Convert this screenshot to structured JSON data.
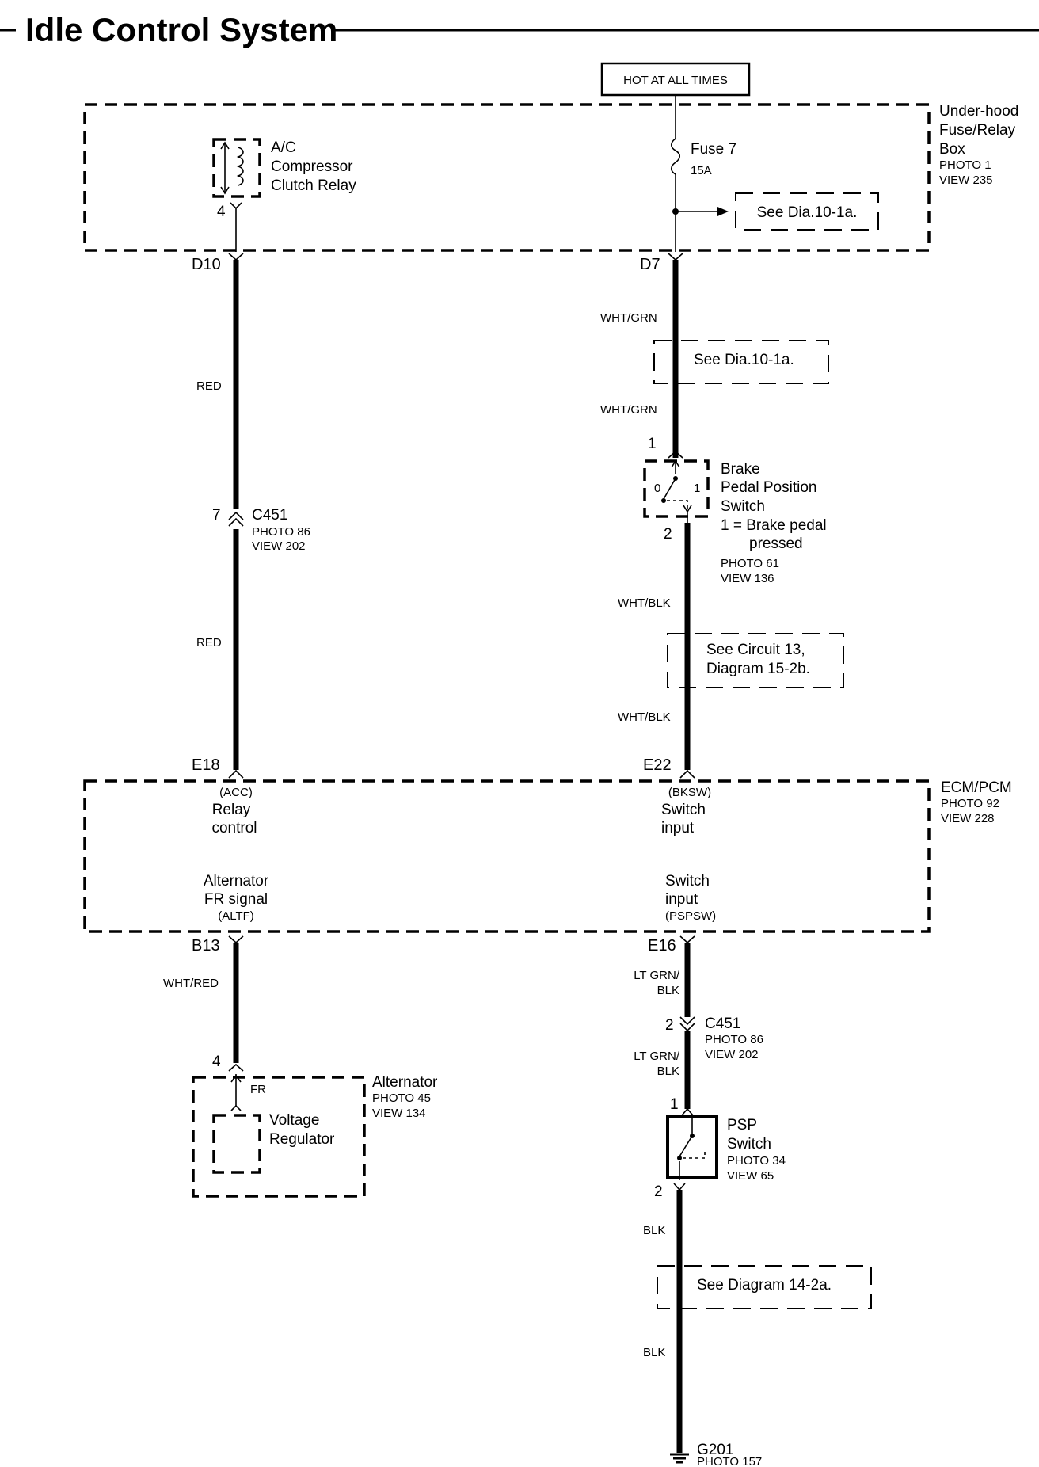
{
  "title": "Idle Control System",
  "power": {
    "label": "HOT AT ALL TIMES"
  },
  "fuse_box": {
    "name_lines": [
      "Under-hood",
      "Fuse/Relay",
      "Box"
    ],
    "photo": "PHOTO 1",
    "view": "VIEW 235",
    "fuse": {
      "name": "Fuse 7",
      "rating": "15A"
    },
    "relay_lines": [
      "A/C",
      "Compressor",
      "Clutch Relay"
    ],
    "relay_pin": "4",
    "see_ref": "See Dia.10-1a."
  },
  "connectors": {
    "d10": "D10",
    "d7": "D7",
    "e18": "E18",
    "e22": "E22",
    "b13": "B13",
    "e16": "E16"
  },
  "wires": {
    "red": "RED",
    "wht_grn": "WHT/GRN",
    "wht_blk": "WHT/BLK",
    "wht_red": "WHT/RED",
    "lt_grn_blk": [
      "LT GRN/",
      "BLK"
    ],
    "blk": "BLK"
  },
  "c451_left": {
    "pin": "7",
    "name": "C451",
    "photo": "PHOTO 86",
    "view": "VIEW 202"
  },
  "c451_right": {
    "pin": "2",
    "name": "C451",
    "photo": "PHOTO 86",
    "view": "VIEW 202"
  },
  "refs": {
    "dia_10_1a": "See Dia.10-1a.",
    "circuit_13": [
      "See Circuit 13,",
      "Diagram 15-2b."
    ],
    "diagram_14_2a": "See Diagram 14-2a."
  },
  "brake_switch": {
    "pin_top": "1",
    "pin_bottom": "2",
    "name_lines": [
      "Brake",
      "Pedal Position",
      "Switch"
    ],
    "note_lines": [
      "1 = Brake pedal",
      "pressed"
    ],
    "pos0": "0",
    "pos1": "1",
    "photo": "PHOTO 61",
    "view": "VIEW 136"
  },
  "ecm": {
    "name": "ECM/PCM",
    "photo": "PHOTO 92",
    "view": "VIEW 228",
    "acc": {
      "code": "(ACC)",
      "lines": [
        "Relay",
        "control"
      ]
    },
    "bksw": {
      "code": "(BKSW)",
      "lines": [
        "Switch",
        "input"
      ]
    },
    "altf": {
      "code": "(ALTF)",
      "lines": [
        "Alternator",
        "FR signal"
      ]
    },
    "pspsw": {
      "code": "(PSPSW)",
      "lines": [
        "Switch",
        "input"
      ]
    }
  },
  "alternator": {
    "pin": "4",
    "name": "Alternator",
    "photo": "PHOTO 45",
    "view": "VIEW 134",
    "fr": "FR",
    "regulator_lines": [
      "Voltage",
      "Regulator"
    ]
  },
  "psp_switch": {
    "pin_top": "1",
    "pin_bottom": "2",
    "name_lines": [
      "PSP",
      "Switch"
    ],
    "photo": "PHOTO 34",
    "view": "VIEW 65"
  },
  "ground": {
    "name": "G201",
    "photo": "PHOTO 157"
  }
}
